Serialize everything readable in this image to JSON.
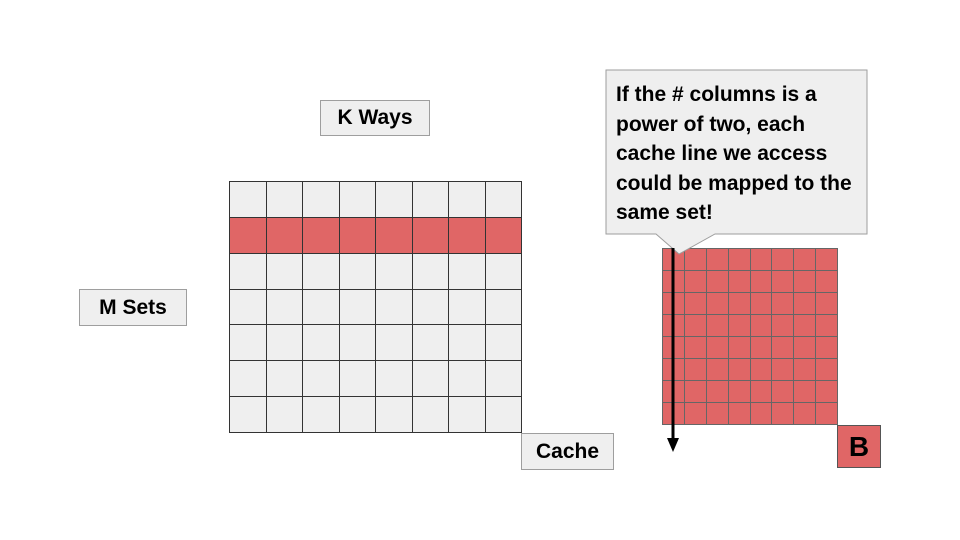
{
  "labels": {
    "ways": "K Ways",
    "sets": "M Sets",
    "cache": "Cache",
    "b": "B"
  },
  "callout": {
    "text": "If the # columns is a power of two, each cache line we access could be mapped to the same set!"
  },
  "cache_grid": {
    "rows": 7,
    "cols": 8,
    "highlighted_row": 2
  },
  "b_grid": {
    "rows": 8,
    "cols": 8
  },
  "colors": {
    "cell_fill": "#efefef",
    "highlight": "#e06666",
    "label_fill": "#efefef",
    "arrow": "#000000"
  }
}
